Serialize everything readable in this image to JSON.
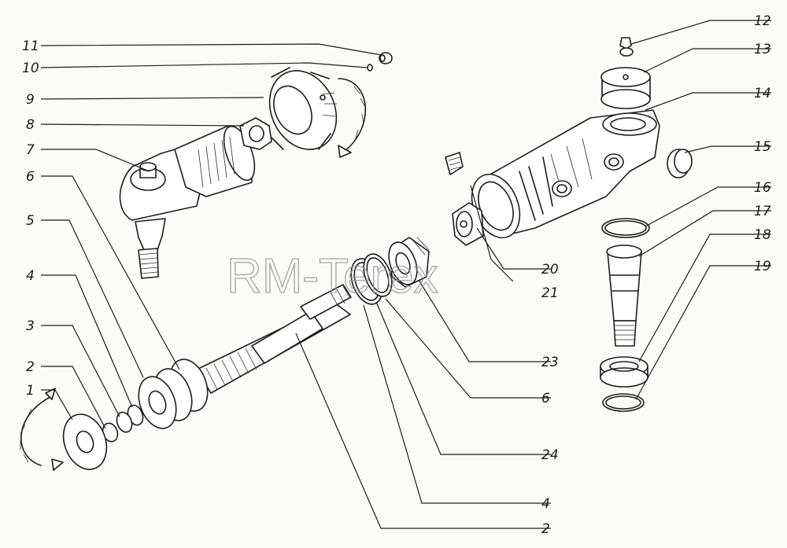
{
  "watermark": "RM-Terex",
  "callouts": {
    "c11": "11",
    "c10": "10",
    "c9": "9",
    "c8": "8",
    "c7": "7",
    "c6": "6",
    "c5": "5",
    "c4": "4",
    "c3": "3",
    "c2": "2",
    "c1": "1",
    "c12": "12",
    "c13": "13",
    "c14": "14",
    "c15": "15",
    "c16": "16",
    "c17": "17",
    "c18": "18",
    "c19": "19",
    "c20": "20",
    "c21": "21",
    "c23": "23",
    "c6b": "6",
    "c24": "24",
    "c4b": "4",
    "c2b": "2"
  }
}
